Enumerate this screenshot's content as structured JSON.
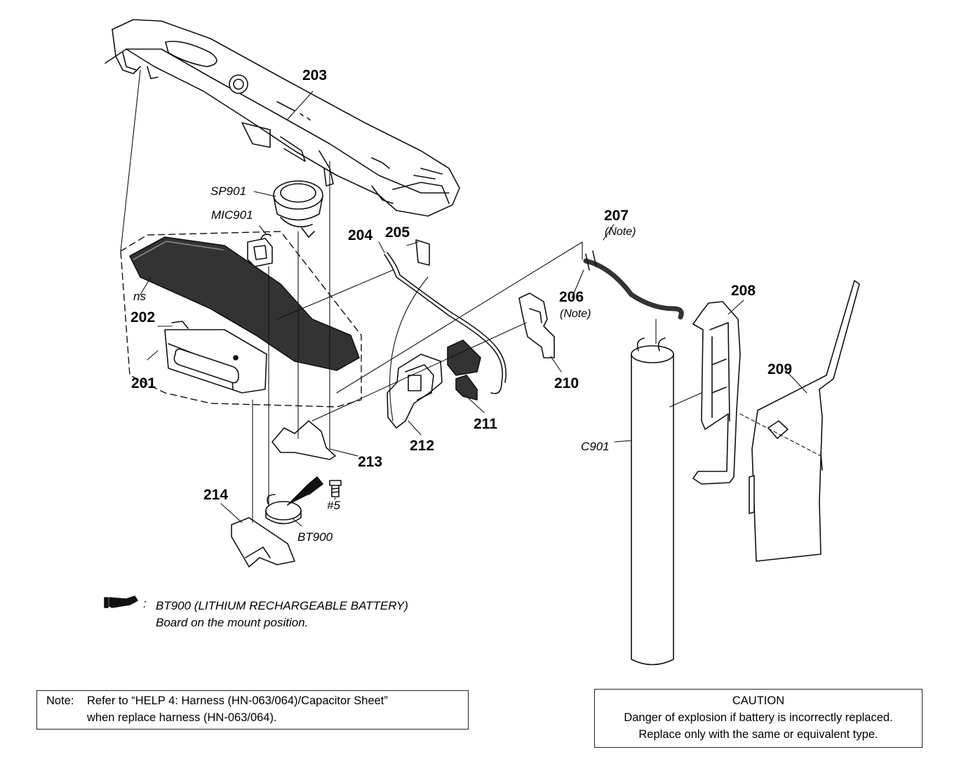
{
  "parts": {
    "p201": "201",
    "p202": "202",
    "p203": "203",
    "p204": "204",
    "p205": "205",
    "p206": "206",
    "p206_note": "(Note)",
    "p207": "207",
    "p207_note": "(Note)",
    "p208": "208",
    "p209": "209",
    "p210": "210",
    "p211": "211",
    "p212": "212",
    "p213": "213",
    "p214": "214"
  },
  "refs": {
    "sp901": "SP901",
    "mic901": "MIC901",
    "ns": "ns",
    "bt900": "BT900",
    "screw5": "#5",
    "c901": "C901"
  },
  "legend": {
    "marker": ":",
    "line1": "BT900 (LITHIUM RECHARGEABLE BATTERY)",
    "line2": "Board on the mount position."
  },
  "note": {
    "prefix": "Note:",
    "line1": "Refer to “HELP 4: Harness (HN-063/064)/Capacitor Sheet”",
    "line2": "when replace harness (HN-063/064)."
  },
  "caution": {
    "title": "CAUTION",
    "line1": "Danger of explosion if battery is incorrectly replaced.",
    "line2": "Replace only with the same or equivalent type."
  }
}
